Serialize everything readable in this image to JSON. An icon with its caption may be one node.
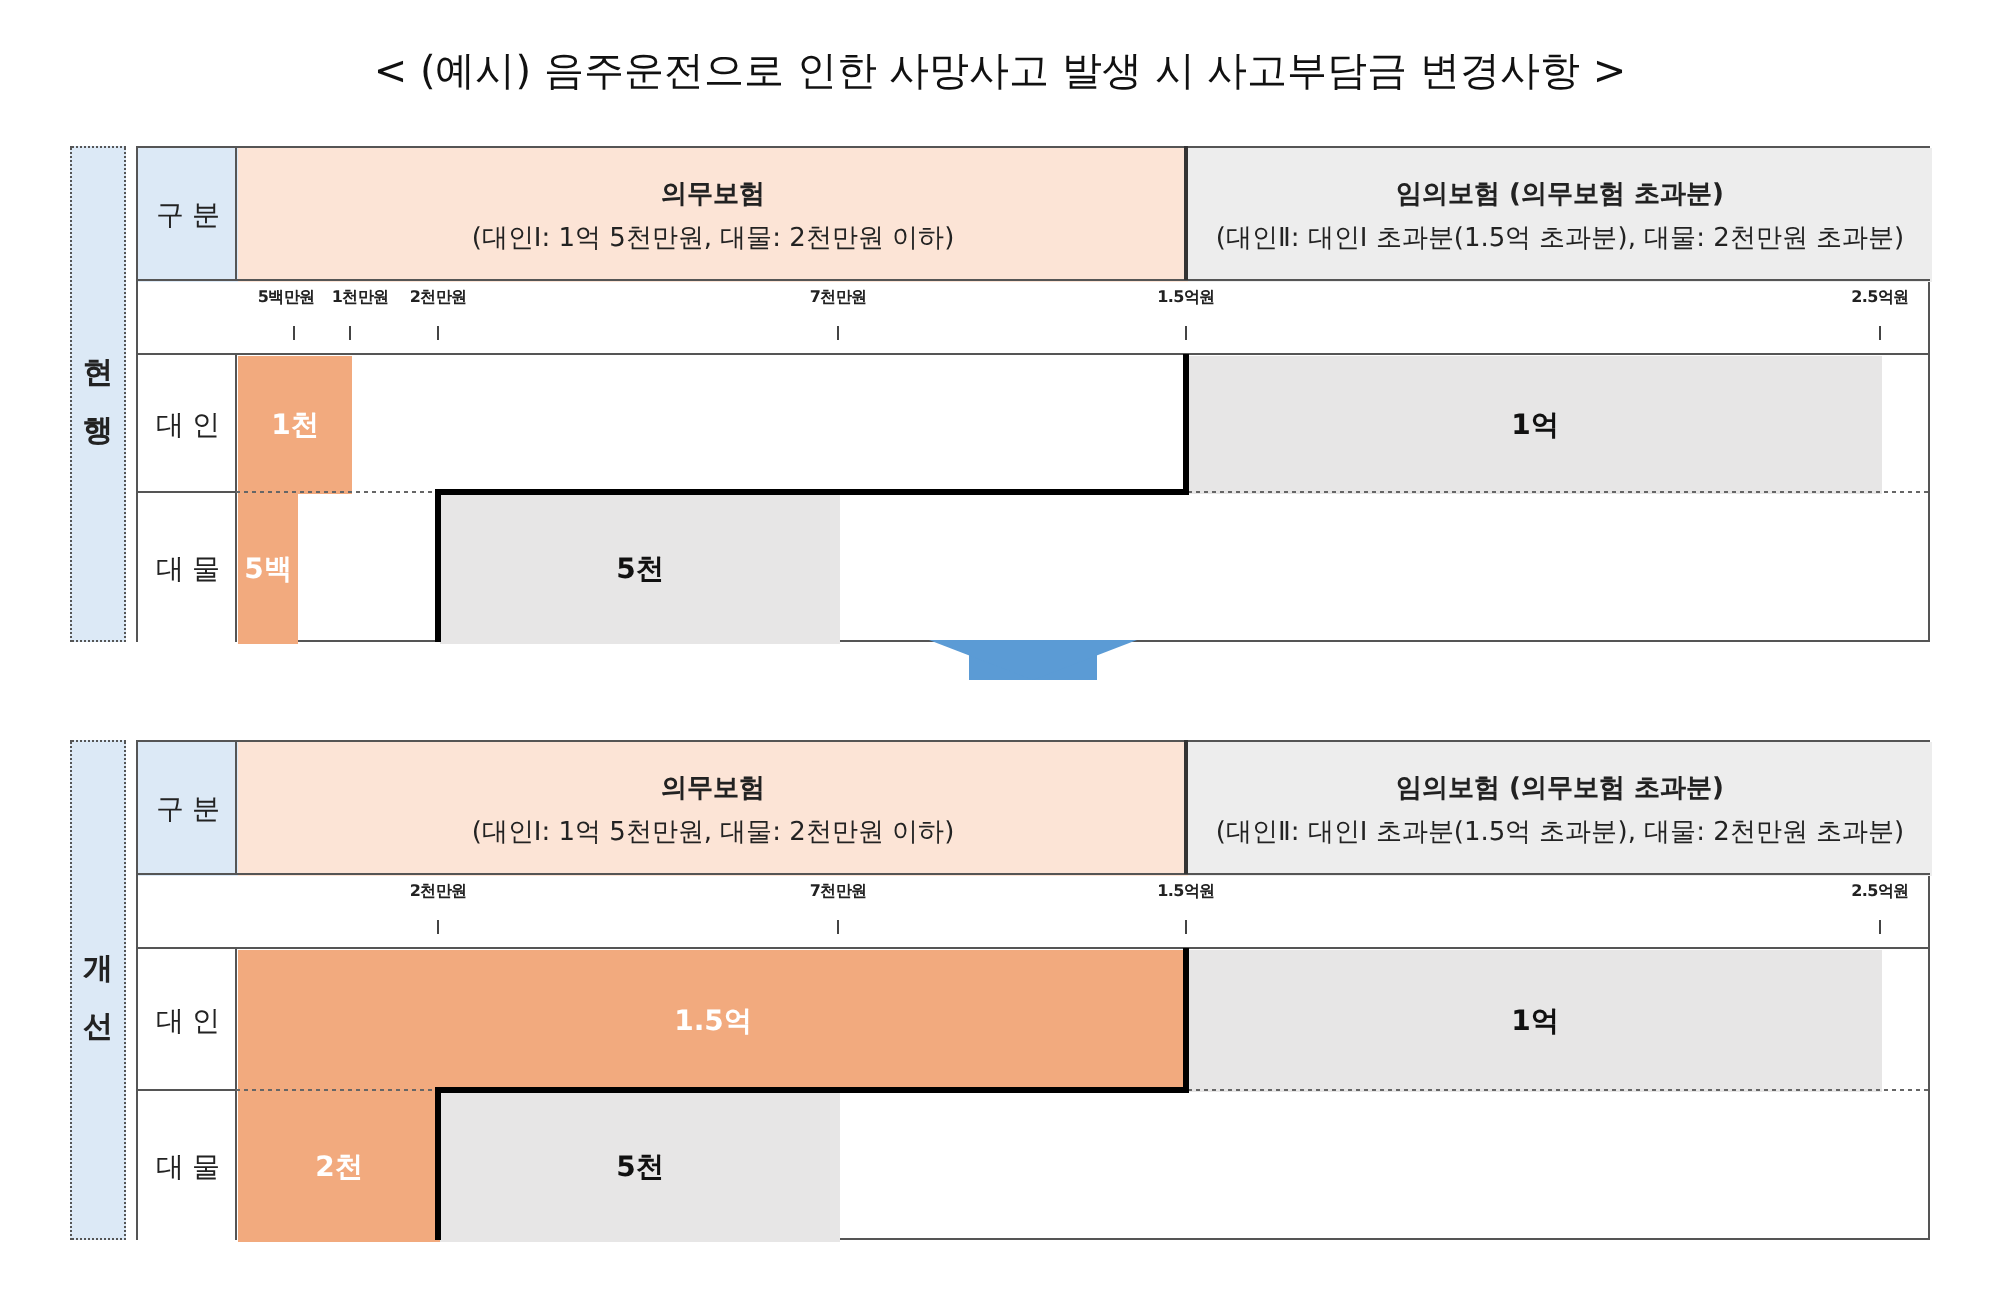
{
  "diagram": {
    "title": "< (예시) 음주운전으로 인한 사망사고 발생 시 사고부담금 변경사항 >",
    "nodes": [
      {
        "text": [
          "현행"
        ]
      },
      {
        "text": [],
        "shape": "box"
      },
      {
        "text": [
          "구 분"
        ],
        "in": 1
      },
      {
        "text": [
          "의무보험",
          "(대인Ⅰ: 1억 5천만원, 대물: 2천만원 이하)"
        ],
        "in": 1
      },
      {
        "text": [
          "임의보험 (의무보험 초과분)",
          "(대인Ⅱ: 대인Ⅰ 초과분(1.5억 초과분), 대물: 2천만원 초과분)"
        ],
        "in": 1
      },
      {
        "text": [
          "대 인"
        ],
        "in": 1
      },
      {
        "text": [
          "1천"
        ],
        "in": 1
      },
      {
        "text": [
          "1억"
        ],
        "in": 1
      },
      {
        "text": [
          "대 물"
        ],
        "in": 1
      },
      {
        "text": [
          "5백"
        ],
        "in": 1
      },
      {
        "text": [
          "5천"
        ],
        "in": 1
      },
      {
        "text": [
          "개선"
        ]
      },
      {
        "text": [],
        "shape": "box"
      },
      {
        "text": [
          "구 분"
        ],
        "in": 12
      },
      {
        "text": [
          "의무보험",
          "(대인Ⅰ: 1억 5천만원, 대물: 2천만원 이하)"
        ],
        "in": 12
      },
      {
        "text": [
          "임의보험 (의무보험 초과분)",
          "(대인Ⅱ: 대인Ⅰ 초과분(1.5억 초과분), 대물: 2천만원 초과분)"
        ],
        "in": 12
      },
      {
        "text": [
          "대 인"
        ],
        "in": 12
      },
      {
        "text": [
          "1.5억"
        ],
        "in": 12
      },
      {
        "text": [
          "1억"
        ],
        "in": 12
      },
      {
        "text": [
          "대 물"
        ],
        "in": 12
      },
      {
        "text": [
          "2천"
        ],
        "in": 12
      },
      {
        "text": [
          "5천"
        ],
        "in": 12
      }
    ],
    "edges": [
      {
        "from": 1,
        "to": 12,
        "arrow": "to"
      }
    ],
    "labels": [
      "5백만원",
      "1천만원",
      "2천만원",
      "7천만원",
      "1.5억원",
      "2.5억원",
      "2천만원",
      "7천만원",
      "1.5억원",
      "2.5억원"
    ]
  }
}
